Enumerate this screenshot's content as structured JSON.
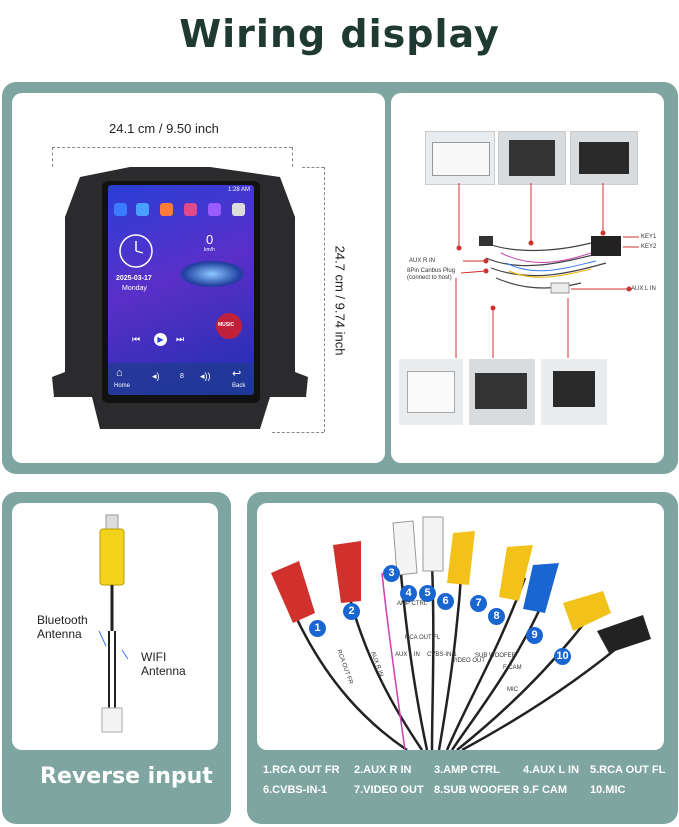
{
  "title": "Wiring display",
  "dimensions": {
    "width_label": "24.1 cm / 9.50 inch",
    "height_label": "24.7 cm / 9.74 inch"
  },
  "screen": {
    "time": "1:28 AM",
    "speed": "0",
    "speed_unit": "km/h",
    "date": "2025-03-17",
    "day": "Monday",
    "music_label": "MUSIC",
    "home_label": "Home",
    "back_label": "Back",
    "volume": "8"
  },
  "harness": {
    "key1": "KEY1",
    "key2": "KEY2",
    "aux_r_in": "AUX R IN",
    "aux_l_in": "AUX L IN",
    "canbus": "8Pin Canbus Plug",
    "canbus_note": "(connect to host)"
  },
  "reverse": {
    "bluetooth": "Bluetooth\nAntenna",
    "wifi": "WIFI\nAntenna",
    "label": "Reverse input"
  },
  "cable_numbers": [
    "1",
    "2",
    "3",
    "4",
    "5",
    "6",
    "7",
    "8",
    "9",
    "10"
  ],
  "sleeve_labels": [
    "RCA OUT FR",
    "AUX R IN",
    "AMP CTRL",
    "AUX L IN",
    "RCA OUT FL",
    "CVBS-IN-1",
    "VIDEO OUT",
    "SUB WOOFER",
    "F CAM",
    "MIC"
  ],
  "legend_row1": [
    "1.RCA OUT FR",
    "2.AUX R IN",
    "3.AMP CTRL",
    "4.AUX L IN",
    "5.RCA OUT FL"
  ],
  "legend_row2": [
    "6.CVBS-IN-1",
    "7.VIDEO OUT",
    "8.SUB WOOFER",
    "9.F CAM",
    "10.MIC"
  ],
  "colors": {
    "panel": "#7ea59f",
    "title": "#1f3a33",
    "badge": "#1a66d1"
  }
}
